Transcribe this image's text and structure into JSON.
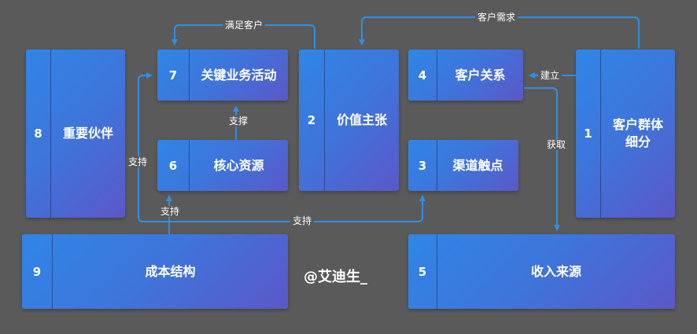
{
  "blocks": {
    "b8": {
      "num": "8",
      "label": "重要伙伴"
    },
    "b7": {
      "num": "7",
      "label": "关键业务活动"
    },
    "b6": {
      "num": "6",
      "label": "核心资源"
    },
    "b2": {
      "num": "2",
      "label": "价值主张"
    },
    "b4": {
      "num": "4",
      "label": "客户关系"
    },
    "b3": {
      "num": "3",
      "label": "渠道触点"
    },
    "b1": {
      "num": "1",
      "label": "客户群体\n细分"
    },
    "b9": {
      "num": "9",
      "label": "成本结构"
    },
    "b5": {
      "num": "5",
      "label": "收入来源"
    }
  },
  "edges": {
    "satisfy_customer": "满足客户",
    "customer_demand": "客户需求",
    "establish": "建立",
    "acquire": "获取",
    "support_6_7": "支撑",
    "support_8": "支持",
    "support_9_6": "支持",
    "support_9_3": "支持"
  },
  "colors": {
    "background": "#5a5a5a",
    "block_gradient_start": "#2f86e6",
    "block_gradient_end": "#5b58c8",
    "arrow": "#2f8fe8"
  },
  "watermark": "@艾迪生_"
}
